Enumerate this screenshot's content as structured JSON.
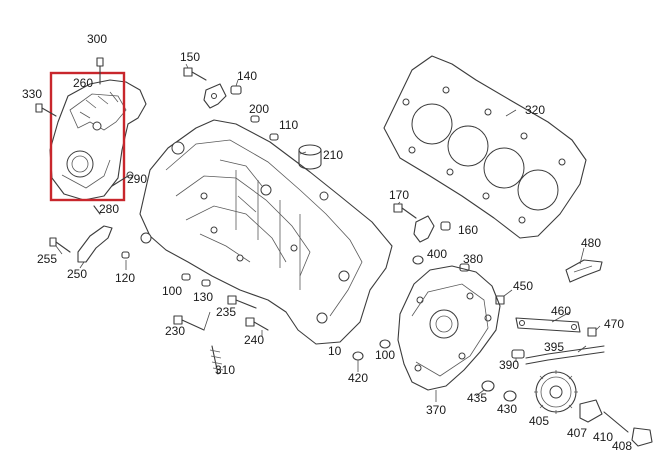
{
  "callouts": [
    {
      "id": "c300",
      "text": "300"
    },
    {
      "id": "c260",
      "text": "260"
    },
    {
      "id": "c330",
      "text": "330"
    },
    {
      "id": "c150",
      "text": "150"
    },
    {
      "id": "c140",
      "text": "140"
    },
    {
      "id": "c200",
      "text": "200"
    },
    {
      "id": "c110",
      "text": "110"
    },
    {
      "id": "c210",
      "text": "210"
    },
    {
      "id": "c320",
      "text": "320"
    },
    {
      "id": "c290",
      "text": "290"
    },
    {
      "id": "c280",
      "text": "280"
    },
    {
      "id": "c170",
      "text": "170"
    },
    {
      "id": "c160",
      "text": "160"
    },
    {
      "id": "c480",
      "text": "480"
    },
    {
      "id": "c255",
      "text": "255"
    },
    {
      "id": "c250",
      "text": "250"
    },
    {
      "id": "c120",
      "text": "120"
    },
    {
      "id": "c400",
      "text": "400"
    },
    {
      "id": "c380",
      "text": "380"
    },
    {
      "id": "c100a",
      "text": "100"
    },
    {
      "id": "c130",
      "text": "130"
    },
    {
      "id": "c450",
      "text": "450"
    },
    {
      "id": "c235",
      "text": "235"
    },
    {
      "id": "c460",
      "text": "460"
    },
    {
      "id": "c230",
      "text": "230"
    },
    {
      "id": "c470",
      "text": "470"
    },
    {
      "id": "c240",
      "text": "240"
    },
    {
      "id": "c395",
      "text": "395"
    },
    {
      "id": "c10",
      "text": "10"
    },
    {
      "id": "c100b",
      "text": "100"
    },
    {
      "id": "c390",
      "text": "390"
    },
    {
      "id": "c310",
      "text": "310"
    },
    {
      "id": "c420",
      "text": "420"
    },
    {
      "id": "c435",
      "text": "435"
    },
    {
      "id": "c370",
      "text": "370"
    },
    {
      "id": "c430",
      "text": "430"
    },
    {
      "id": "c405",
      "text": "405"
    },
    {
      "id": "c407",
      "text": "407"
    },
    {
      "id": "c410",
      "text": "410"
    },
    {
      "id": "c408",
      "text": "408"
    }
  ],
  "highlight": {
    "part": "260",
    "color": "#c8262c"
  }
}
